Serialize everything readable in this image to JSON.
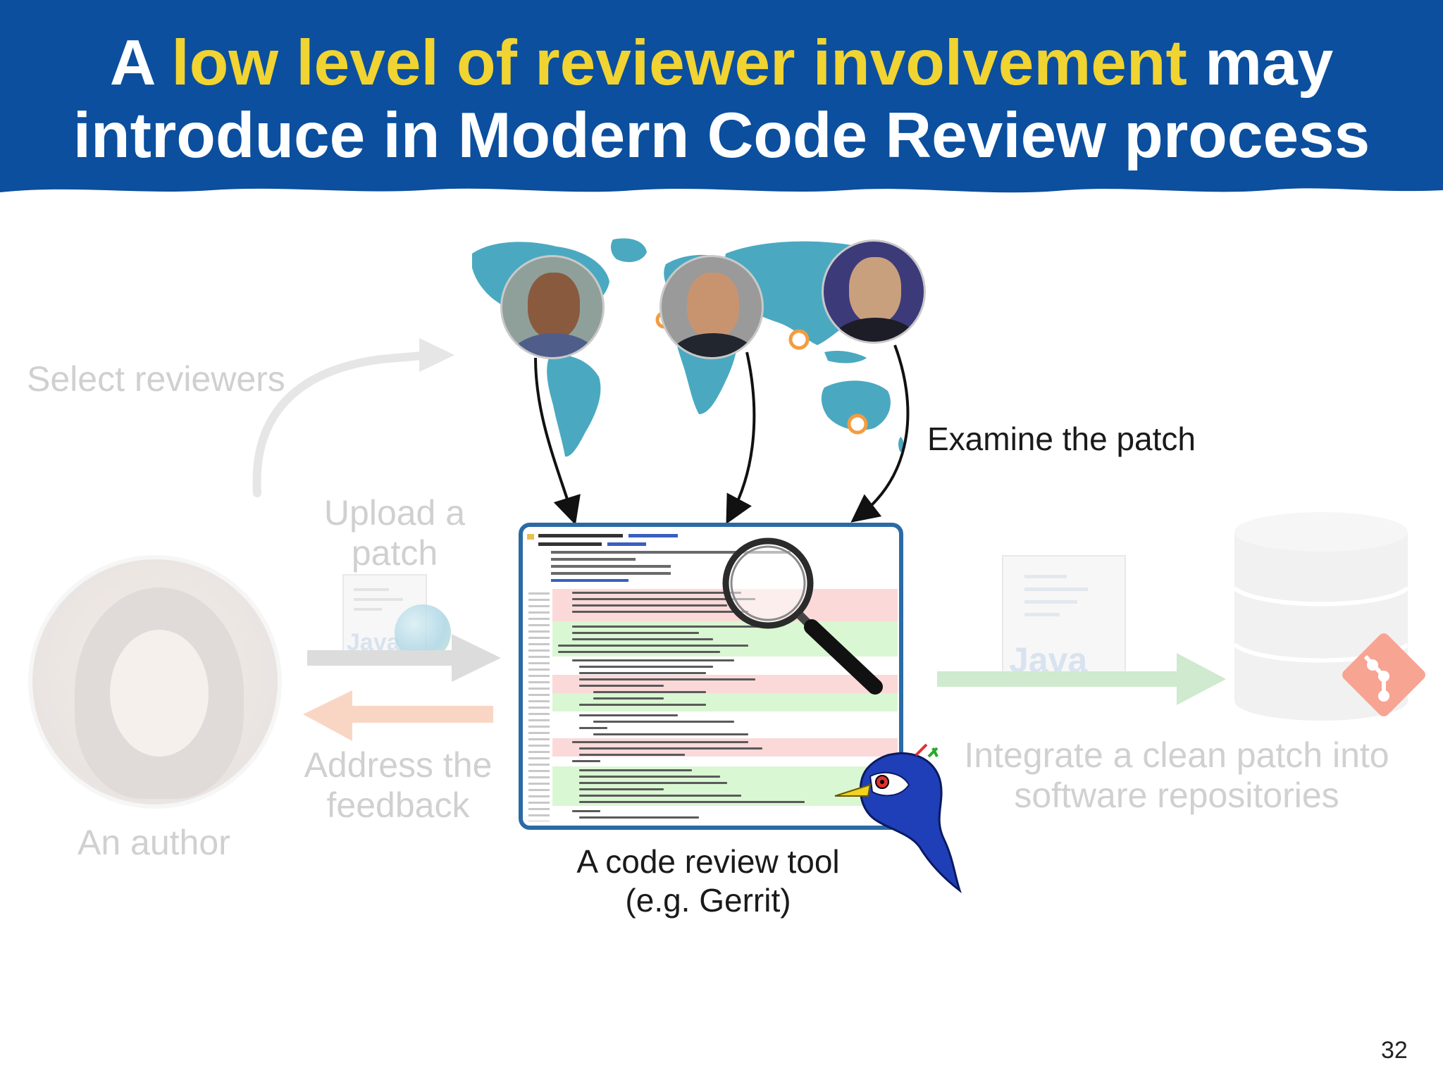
{
  "title": {
    "part1": "A ",
    "highlight": "low level of reviewer involvement",
    "part2": " may",
    "line2": "introduce in Modern Code Review process"
  },
  "labels": {
    "select_reviewers": "Select reviewers",
    "upload_patch_line1": "Upload a",
    "upload_patch_line2": "patch",
    "address_feedback_line1": "Address the",
    "address_feedback_line2": "feedback",
    "author": "An author",
    "examine_patch": "Examine the patch",
    "tool_line1": "A code review tool",
    "tool_line2": "(e.g. Gerrit)",
    "integrate_line1": "Integrate a clean patch into",
    "integrate_line2": "software repositories",
    "java_small": "Java",
    "java_large": "Java"
  },
  "slide_number": "32",
  "colors": {
    "banner": "#0b4f9e",
    "highlight": "#f1d431",
    "map": "#4aa9c0",
    "tool_border": "#2a6aa5",
    "faded_text": "#d0d0d0",
    "upload_arrow": "#d9d9d9",
    "feedback_arrow": "#f9d6c4",
    "integrate_arrow": "#cfeacf",
    "git_logo": "#f47c66"
  },
  "icons": [
    "world-map-icon",
    "magnifier-icon",
    "gerrit-bird-icon",
    "database-icon",
    "git-logo-icon",
    "globe-icon",
    "java-document-icon"
  ]
}
